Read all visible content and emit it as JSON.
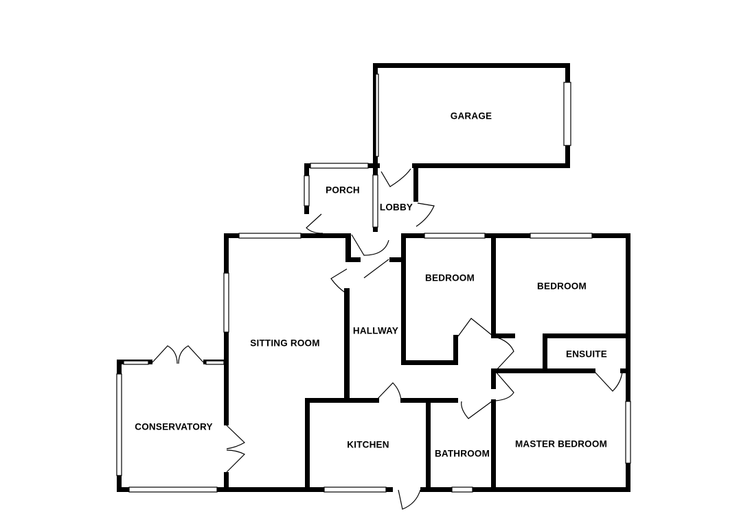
{
  "rooms": {
    "garage": "GARAGE",
    "porch": "PORCH",
    "lobby": "LOBBY",
    "sitting_room": "SITTING ROOM",
    "hallway": "HALLWAY",
    "bedroom_1": "BEDROOM",
    "bedroom_2": "BEDROOM",
    "ensuite": "ENSUITE",
    "conservatory": "CONSERVATORY",
    "kitchen": "KITCHEN",
    "bathroom": "BATHROOM",
    "master_bedroom": "MASTER BEDROOM"
  }
}
